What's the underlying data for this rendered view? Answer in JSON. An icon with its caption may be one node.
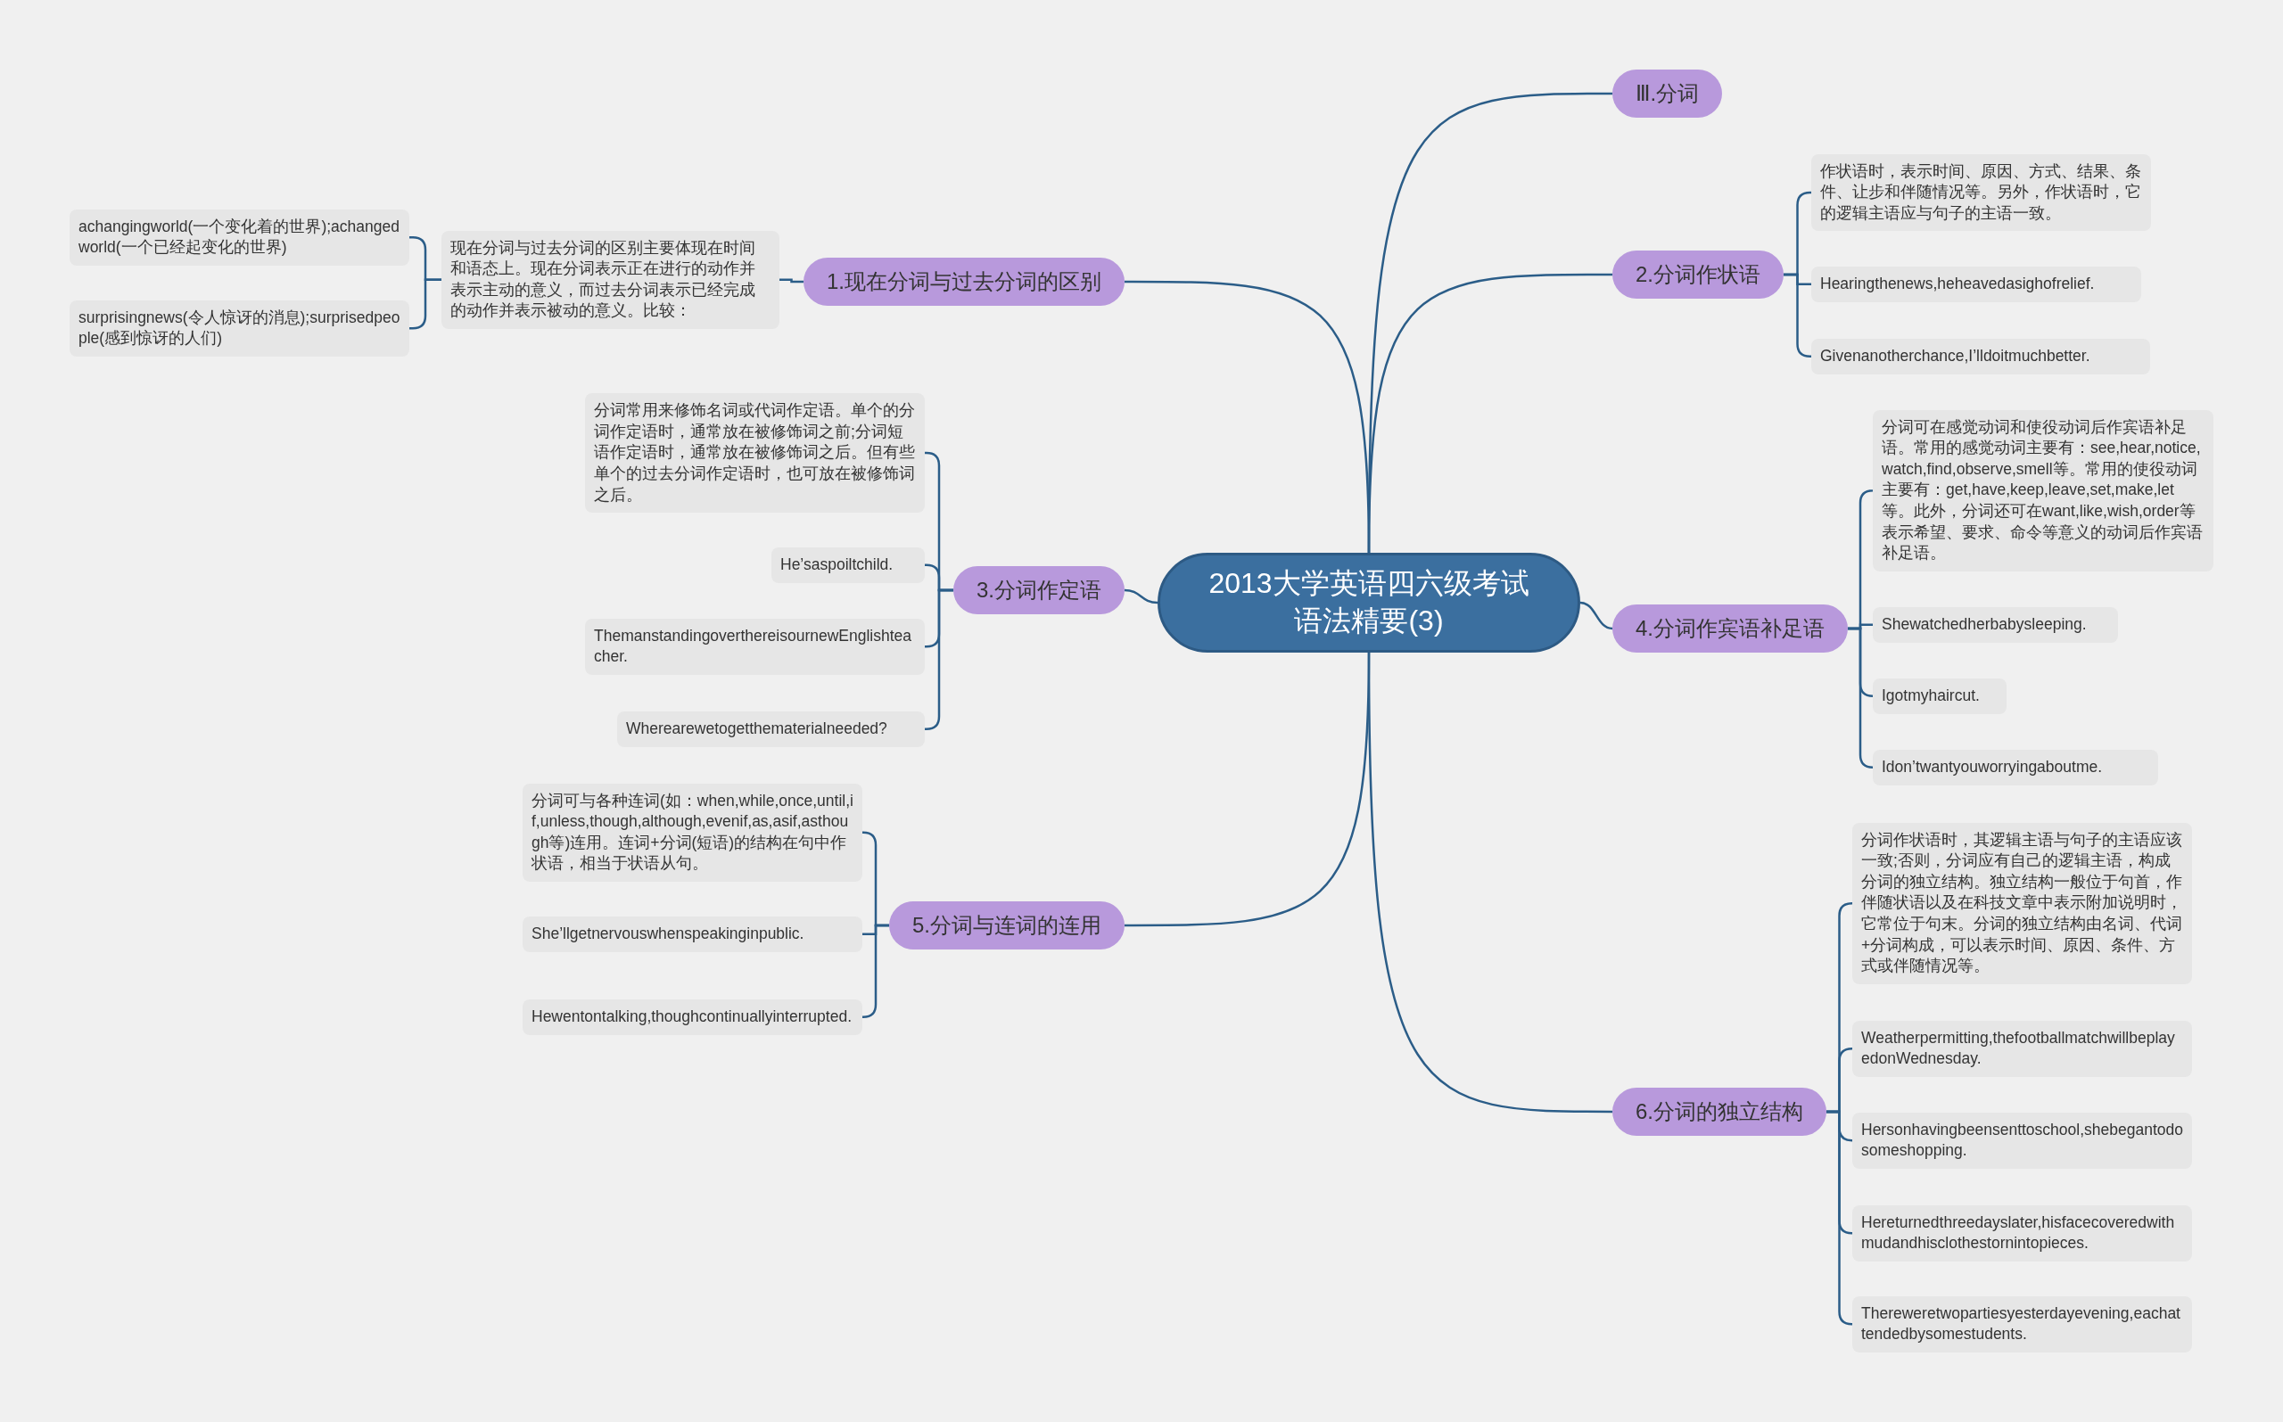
{
  "diagram": {
    "nodes": [
      {
        "text": [
          "2013大学英语四六级考试语法精要(3)"
        ]
      },
      {
        "text": [
          "Ⅲ.分词"
        ]
      },
      {
        "text": [
          "1.现在分词与过去分词的区别"
        ]
      },
      {
        "text": [
          "现在分词与过去分词的区别主要体现在时间和语态上。现在分词表示正在进行的动作并表示主动的意义，而过去分词表示已经完成的动作并表示被动的意义。比较："
        ]
      },
      {
        "text": [
          "achangingworld(一个变化着的世界);achangedworld(一个已经起变化的世界)"
        ]
      },
      {
        "text": [
          "surprisingnews(令人惊讶的消息);surprisedpeople(感到惊讶的人们)"
        ]
      },
      {
        "text": [
          "2.分词作状语"
        ]
      },
      {
        "text": [
          "作状语时，表示时间、原因、方式、结果、条件、让步和伴随情况等。另外，作状语时，它的逻辑主语应与句子的主语一致。"
        ]
      },
      {
        "text": [
          "Hearingthenews,heheavedasighofrelief."
        ]
      },
      {
        "text": [
          "Givenanotherchance,I’lldoitmuchbetter."
        ]
      },
      {
        "text": [
          "3.分词作定语"
        ]
      },
      {
        "text": [
          "分词常用来修饰名词或代词作定语。单个的分词作定语时，通常放在被修饰词之前;分词短语作定语时，通常放在被修饰词之后。但有些单个的过去分词作定语时，也可放在被修饰词之后。"
        ]
      },
      {
        "text": [
          "He’saspoiltchild."
        ]
      },
      {
        "text": [
          "ThemanstandingoverthereisournewEnglishteacher."
        ]
      },
      {
        "text": [
          "Wherearewetogetthematerialneeded?"
        ]
      },
      {
        "text": [
          "4.分词作宾语补足语"
        ]
      },
      {
        "text": [
          "分词可在感觉动词和使役动词后作宾语补足语。常用的感觉动词主要有：see,hear,notice,watch,find,observe,smell等。常用的使役动词主要有：get,have,keep,leave,set,make,let等。此外，分词还可在want,like,wish,order等表示希望、要求、命令等意义的动词后作宾语补足语。"
        ]
      },
      {
        "text": [
          "Shewatchedherbabysleeping."
        ]
      },
      {
        "text": [
          "Igotmyhaircut."
        ]
      },
      {
        "text": [
          "Idon’twantyouworryingaboutme."
        ]
      },
      {
        "text": [
          "5.分词与连词的连用"
        ]
      },
      {
        "text": [
          "分词可与各种连词(如：when,while,once,until,if,unless,though,although,evenif,as,asif,asthough等)连用。连词+分词(短语)的结构在句中作状语，相当于状语从句。"
        ]
      },
      {
        "text": [
          "She’llgetnervouswhenspeakinginpublic."
        ]
      },
      {
        "text": [
          "Hewentontalking,thoughcontinuallyinterrupted."
        ]
      },
      {
        "text": [
          "6.分词的独立结构"
        ]
      },
      {
        "text": [
          "分词作状语时，其逻辑主语与句子的主语应该一致;否则，分词应有自己的逻辑主语，构成分词的独立结构。独立结构一般位于句首，作伴随状语以及在科技文章中表示附加说明时，它常位于句末。分词的独立结构由名词、代词+分词构成，可以表示时间、原因、条件、方式或伴随情况等。"
        ]
      },
      {
        "text": [
          "Weatherpermitting,thefootballmatchwillbeplayedonWednesday."
        ]
      },
      {
        "text": [
          "Hersonhavingbeensenttoschool,shebegantodosomeshopping."
        ]
      },
      {
        "text": [
          "Hereturnedthreedayslater,hisfacecoveredwithmudandhisclothestornintopieces."
        ]
      },
      {
        "text": [
          "Thereweretwopartiesyesterdayevening,eachattendedbysomestudents."
        ]
      }
    ],
    "edges": [
      {
        "from": 0,
        "to": 1,
        "arrow": "none"
      },
      {
        "from": 0,
        "to": 2,
        "arrow": "none"
      },
      {
        "from": 2,
        "to": 3,
        "arrow": "none"
      },
      {
        "from": 3,
        "to": 4,
        "arrow": "none"
      },
      {
        "from": 3,
        "to": 5,
        "arrow": "none"
      },
      {
        "from": 0,
        "to": 6,
        "arrow": "none"
      },
      {
        "from": 6,
        "to": 7,
        "arrow": "none"
      },
      {
        "from": 6,
        "to": 8,
        "arrow": "none"
      },
      {
        "from": 6,
        "to": 9,
        "arrow": "none"
      },
      {
        "from": 0,
        "to": 10,
        "arrow": "none"
      },
      {
        "from": 10,
        "to": 11,
        "arrow": "none"
      },
      {
        "from": 10,
        "to": 12,
        "arrow": "none"
      },
      {
        "from": 10,
        "to": 13,
        "arrow": "none"
      },
      {
        "from": 10,
        "to": 14,
        "arrow": "none"
      },
      {
        "from": 0,
        "to": 15,
        "arrow": "none"
      },
      {
        "from": 15,
        "to": 16,
        "arrow": "none"
      },
      {
        "from": 15,
        "to": 17,
        "arrow": "none"
      },
      {
        "from": 15,
        "to": 18,
        "arrow": "none"
      },
      {
        "from": 15,
        "to": 19,
        "arrow": "none"
      },
      {
        "from": 0,
        "to": 20,
        "arrow": "none"
      },
      {
        "from": 20,
        "to": 21,
        "arrow": "none"
      },
      {
        "from": 20,
        "to": 22,
        "arrow": "none"
      },
      {
        "from": 20,
        "to": 23,
        "arrow": "none"
      },
      {
        "from": 0,
        "to": 24,
        "arrow": "none"
      },
      {
        "from": 24,
        "to": 25,
        "arrow": "none"
      },
      {
        "from": 24,
        "to": 26,
        "arrow": "none"
      },
      {
        "from": 24,
        "to": 27,
        "arrow": "none"
      },
      {
        "from": 24,
        "to": 28,
        "arrow": "none"
      },
      {
        "from": 24,
        "to": 29,
        "arrow": "none"
      }
    ]
  }
}
